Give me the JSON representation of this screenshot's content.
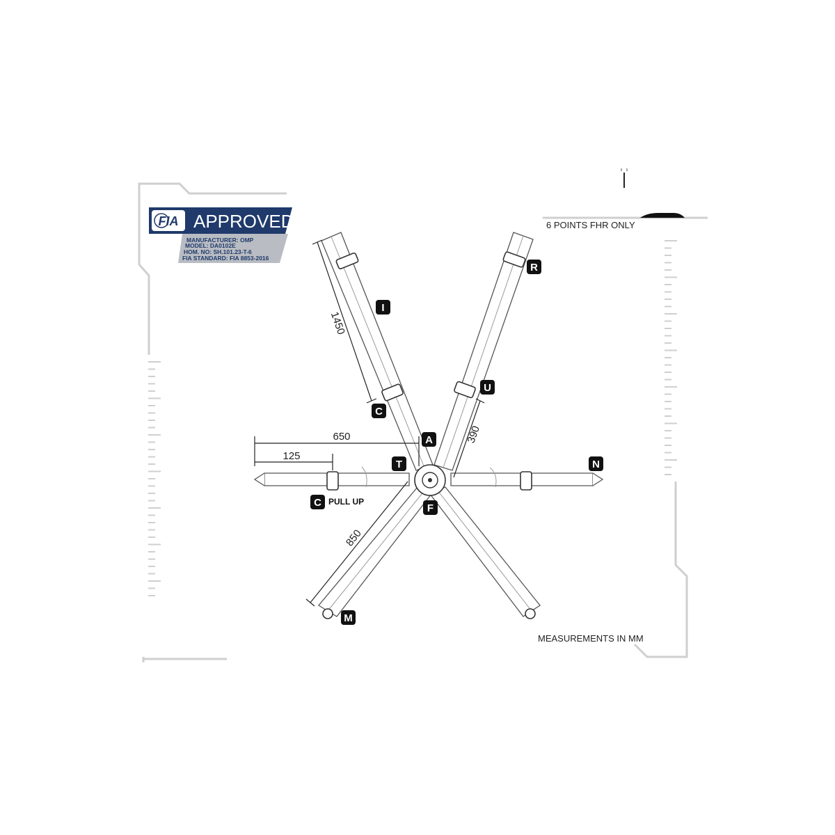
{
  "fia_label": {
    "logo_text": "FIA",
    "approved_text": "APPROVED",
    "lines": [
      "MANUFACTURER: OMP",
      "MODEL: DA0102E",
      "HOM. NO: SH.101.23-T-6",
      "FIA STANDARD: FIA 8853-2016"
    ]
  },
  "header": {
    "points_text": "6 POINTS  FHR ONLY"
  },
  "footer": {
    "measurements_text": "MEASUREMENTS IN MM"
  },
  "strap_labels": {
    "I": "I",
    "R": "R",
    "C_top": "C",
    "U": "U",
    "A": "A",
    "T": "T",
    "N": "N",
    "C_lap": "C",
    "pull_up": "PULL UP",
    "F": "F",
    "M": "M"
  },
  "dimensions": {
    "shoulder": "1450",
    "lap_total": "650",
    "lap_adjuster": "125",
    "crotch": "390",
    "thigh": "850"
  },
  "colors": {
    "fia_blue": "#1f3a6b",
    "label_grey": "#b9bcc2",
    "frame_grey": "#cfcfcf",
    "badge": "#111111"
  }
}
